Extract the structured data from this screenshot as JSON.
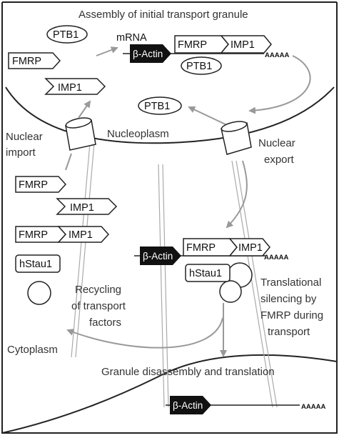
{
  "title": "Assembly of initial transport granule",
  "proteins": {
    "ptb1": "PTB1",
    "fmrp": "FMRP",
    "imp1": "IMP1",
    "hstau1": "hStau1"
  },
  "rna": {
    "mrna": "mRNA",
    "beta_actin": "β-Actin",
    "polya": "AAAAA"
  },
  "compartments": {
    "nucleoplasm": "Nucleoplasm",
    "cytoplasm": "Cytoplasm"
  },
  "labels": {
    "nuclear_import_1": "Nuclear",
    "nuclear_import_2": "import",
    "nuclear_export_1": "Nuclear",
    "nuclear_export_2": "export",
    "recycling_1": "Recycling",
    "recycling_2": "of transport",
    "recycling_3": "factors",
    "silencing_1": "Translational",
    "silencing_2": "silencing by",
    "silencing_3": "FMRP during",
    "silencing_4": "transport",
    "disassembly": "Granule disassembly and translation"
  }
}
